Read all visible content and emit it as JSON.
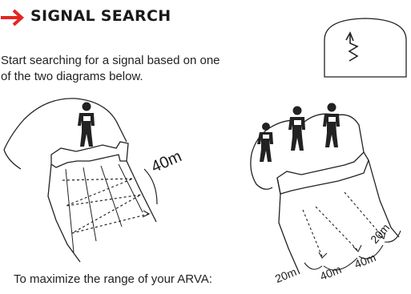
{
  "header": {
    "title": "SIGNAL SEARCH",
    "accent_color": "#e52421",
    "icon": "arrow-right-icon"
  },
  "intro": {
    "line1": "Start searching for a signal based on one",
    "line2": "of the two diagrams below."
  },
  "device_icon": "signal-wave-icon",
  "diagram_a": {
    "distance_label": "40m"
  },
  "diagram_b": {
    "labels": [
      "20m",
      "40m",
      "40m",
      "20m"
    ]
  },
  "footer": {
    "text": "To maximize the range of your ARVA:"
  }
}
